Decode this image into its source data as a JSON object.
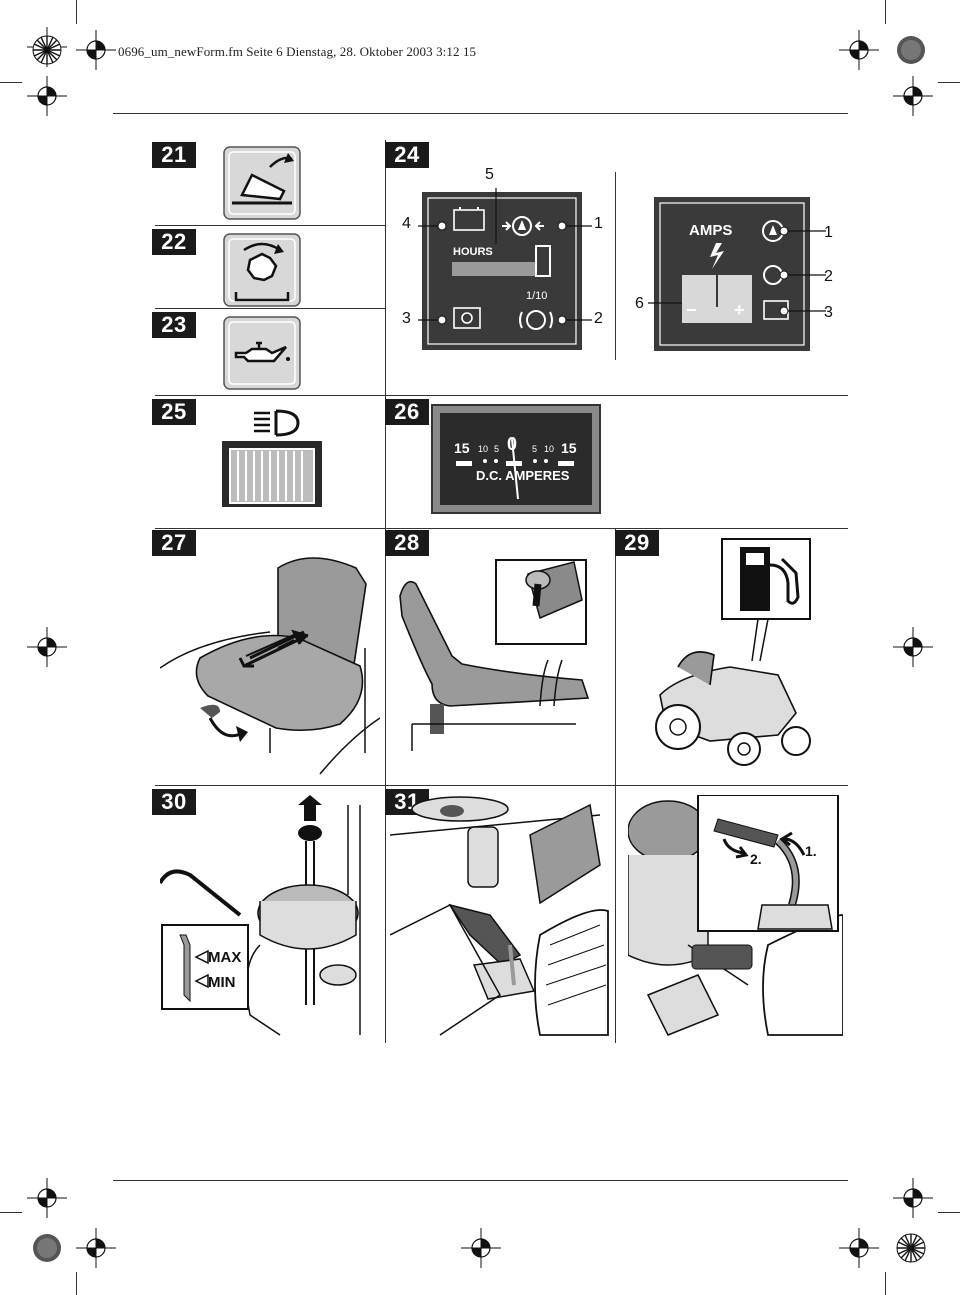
{
  "header": {
    "line": "0696_um_newForm.fm  Seite 6  Dienstag, 28. Oktober 2003  3:12 15"
  },
  "figures": {
    "f21": "21",
    "f22": "22",
    "f23": "23",
    "f24": "24",
    "f25": "25",
    "f26": "26",
    "f27": "27",
    "f28": "28",
    "f29": "29",
    "f30": "30",
    "f31": "31"
  },
  "panel24_left": {
    "hours": "HOURS",
    "tenth": "1/10",
    "callouts": {
      "c5": "5",
      "c4": "4",
      "c1": "1",
      "c3": "3",
      "c2": "2"
    }
  },
  "panel24_right": {
    "amps": "AMPS",
    "callouts": {
      "c1": "1",
      "c2": "2",
      "c3": "3",
      "c6": "6"
    },
    "minus": "−",
    "plus": "+"
  },
  "gauge26": {
    "scale": [
      "15",
      "10",
      "5",
      "0",
      "5",
      "10",
      "15"
    ],
    "label": "D.C. AMPERES"
  },
  "oil30": {
    "max": "MAX",
    "min": "MIN"
  },
  "drain31": {
    "step1": "1.",
    "step2": "2."
  },
  "colors": {
    "badge": "#1a1a1a",
    "panel": "#3a3a3a",
    "icon_bg": "#d8d8d8",
    "gray": "#9a9a9a"
  }
}
